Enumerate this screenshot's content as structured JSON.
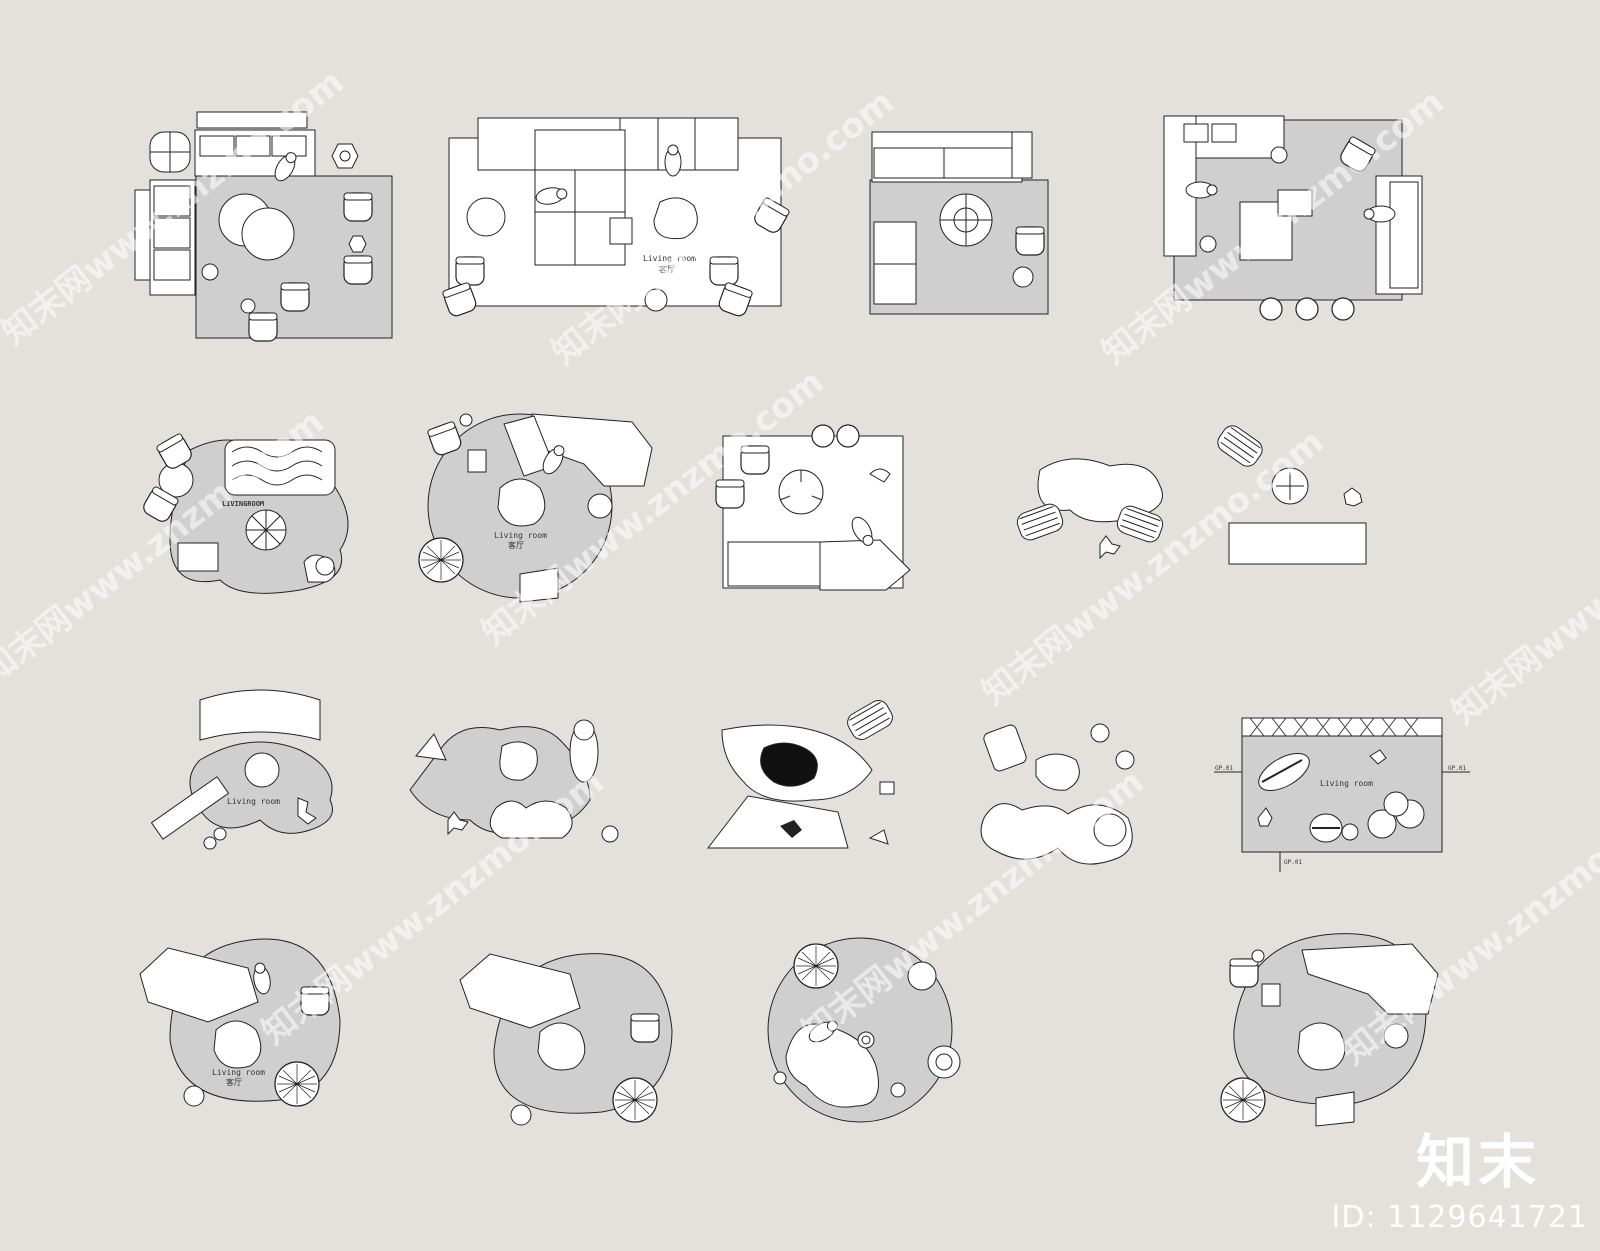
{
  "plan_labels": {
    "living_en": "Living room",
    "living_cn": "客厅",
    "livingroom_caps": "LIVINGROOM",
    "dim_mark": "GP.01"
  },
  "watermark": {
    "text": "知末网www.znzmo.com",
    "brand": "知末",
    "id_line": "ID: 1129641721"
  },
  "colors": {
    "background": "#e4e1dc",
    "rug": "#cfcfcf",
    "furniture_fill": "#ffffff",
    "stroke": "#222222",
    "watermark": "#ffffff"
  }
}
